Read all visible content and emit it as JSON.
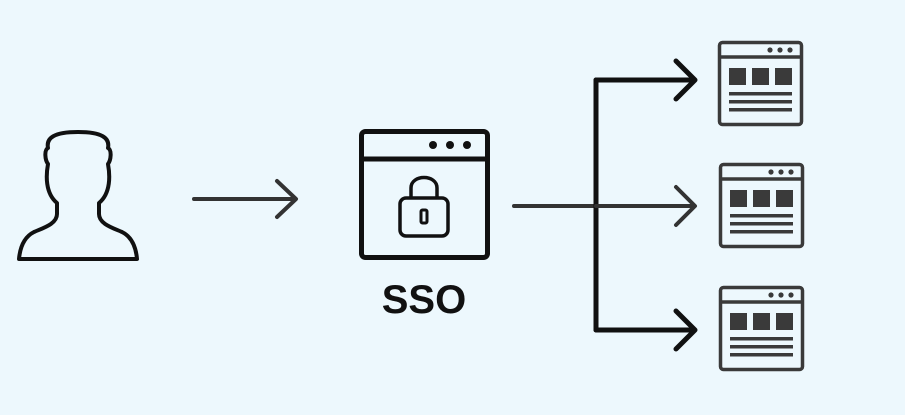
{
  "diagram": {
    "sso_label": "SSO",
    "nodes": [
      {
        "id": "user",
        "icon": "user-icon"
      },
      {
        "id": "sso",
        "icon": "browser-lock-icon"
      },
      {
        "id": "app-1",
        "icon": "browser-app-icon"
      },
      {
        "id": "app-2",
        "icon": "browser-app-icon"
      },
      {
        "id": "app-3",
        "icon": "browser-app-icon"
      }
    ],
    "edges": [
      {
        "from": "user",
        "to": "sso"
      },
      {
        "from": "sso",
        "to": "app-1"
      },
      {
        "from": "sso",
        "to": "app-2"
      },
      {
        "from": "sso",
        "to": "app-3"
      }
    ]
  },
  "colors": {
    "background": "#edf8fd",
    "stroke": "#111111",
    "arrow": "#333333",
    "app_window": "#3a3a3a"
  }
}
